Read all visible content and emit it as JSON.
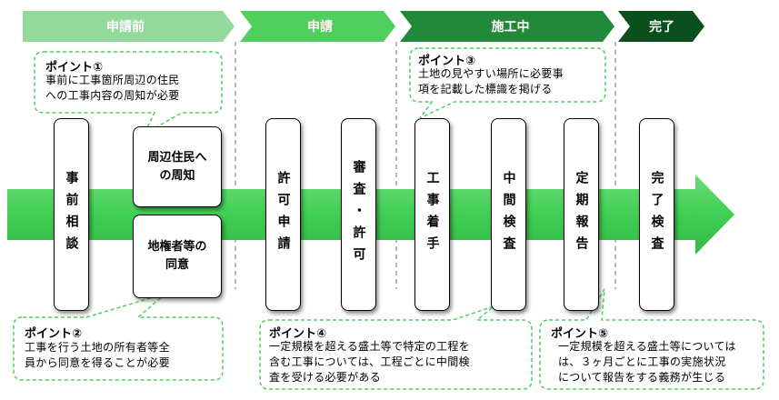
{
  "phases": [
    {
      "label": "申請前",
      "color": "#92d99a"
    },
    {
      "label": "申請",
      "color": "#4ecf5e"
    },
    {
      "label": "施工中",
      "color": "#22893a"
    },
    {
      "label": "完了",
      "color": "#0b4f1c"
    }
  ],
  "steps": {
    "consultation": "事前相談",
    "notice_residents": [
      "周辺住民へ",
      "の周知"
    ],
    "landowner_consent": [
      "地権者等の",
      "同意"
    ],
    "permit_application": "許可申請",
    "review_permit": "審査・許可",
    "construction_start": "工事着手",
    "interim_inspection": "中間検査",
    "periodic_report": "定期報告",
    "completion_inspection": "完了検査"
  },
  "points": {
    "p1": {
      "title": "ポイント①",
      "lines": [
        "事前に工事箇所周辺の住民",
        "への工事内容の周知が必要"
      ]
    },
    "p2": {
      "title": "ポイント②",
      "lines": [
        "工事を行う土地の所有者等全",
        "員から同意を得ることが必要"
      ]
    },
    "p3": {
      "title": "ポイント③",
      "lines": [
        "土地の見やすい場所に必要事",
        "項を記載した標識を掲げる"
      ]
    },
    "p4": {
      "title": "ポイント④",
      "lines": [
        "一定規模を超える盛土等で特定の工程を",
        "含む工事については、工程ごとに中間検",
        "査を受ける必要がある"
      ]
    },
    "p5": {
      "title": "ポイント⑤",
      "lines": [
        "一定規模を超える盛土等については",
        "は、３ヶ月ごとに工事の実施状況",
        "について報告をする義務が生じる"
      ]
    }
  },
  "colors": {
    "main_arrow": "#4ecf5e",
    "callout_border": "#4ecf5e",
    "divider": "#a0a0a0"
  }
}
